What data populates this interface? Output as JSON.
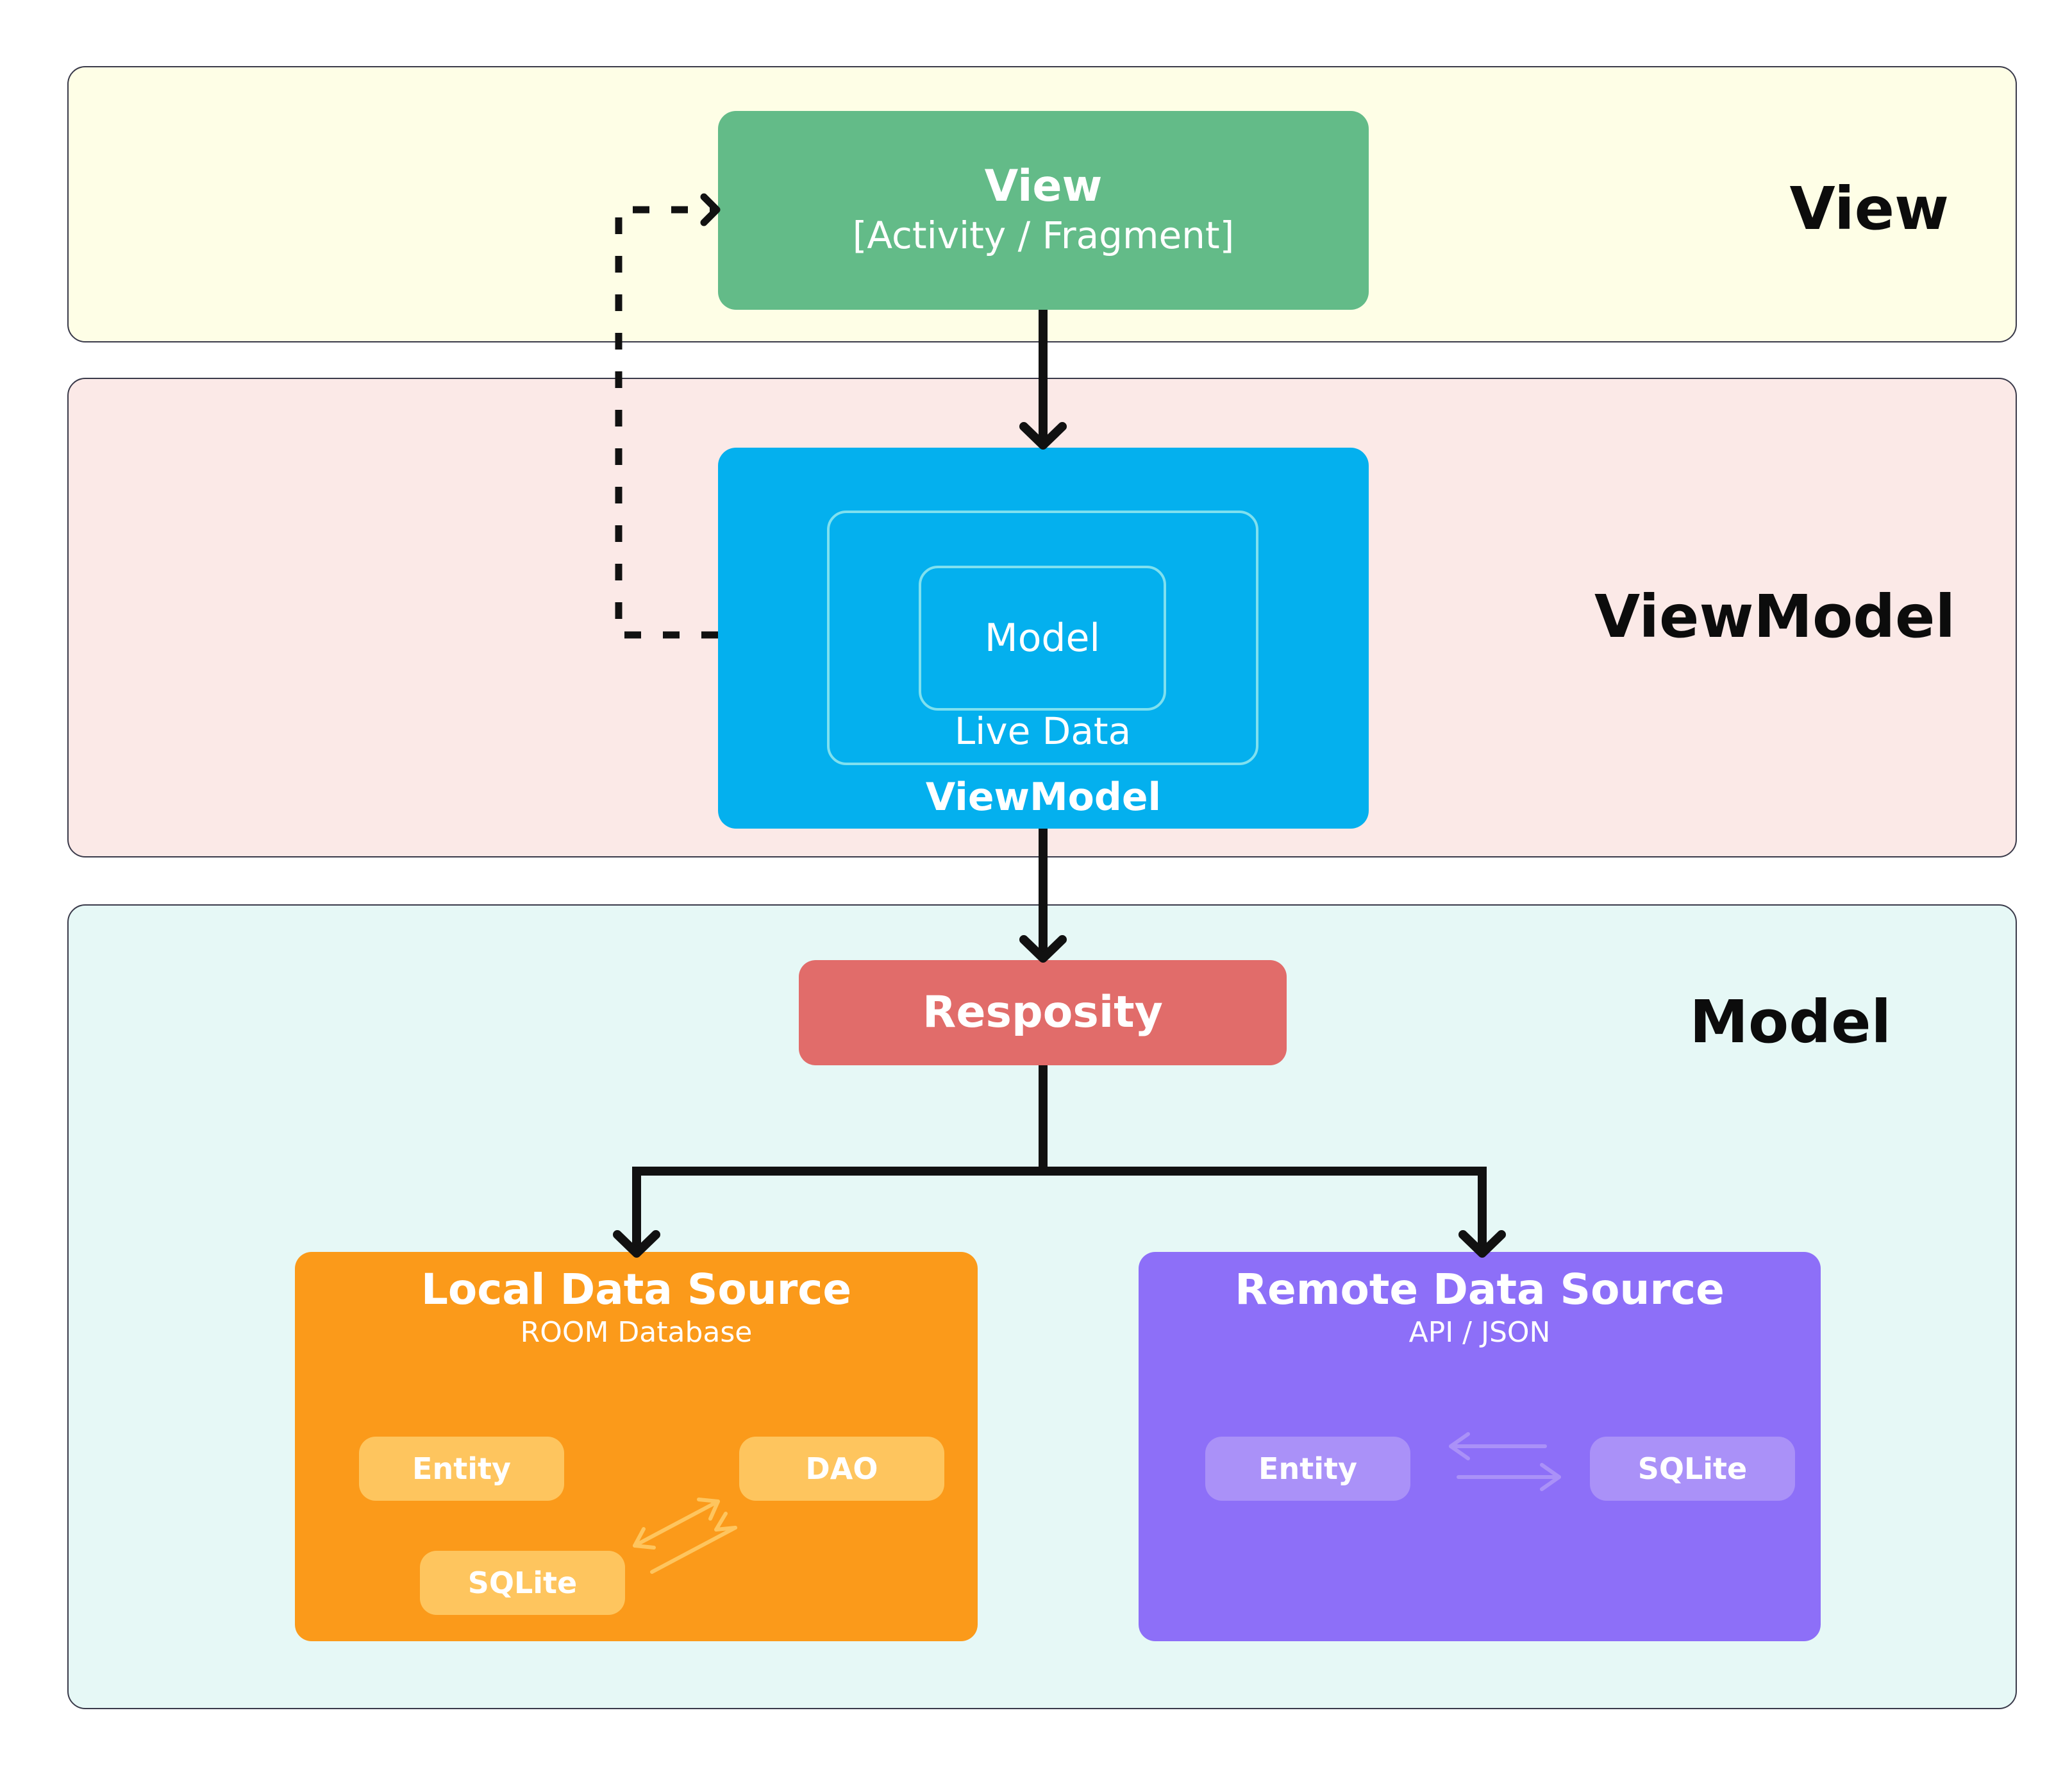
{
  "layers": {
    "view": "View",
    "viewmodel": "ViewModel",
    "model": "Model"
  },
  "view_node": {
    "title": "View",
    "subtitle": "[Activity / Fragment]"
  },
  "viewmodel_node": {
    "inner_model": "Model",
    "live_data": "Live Data",
    "label": "ViewModel"
  },
  "repository": {
    "label": "Resposity"
  },
  "local_source": {
    "title": "Local Data Source",
    "subtitle": "ROOM Database",
    "items": {
      "entity": "Entity",
      "dao": "DAO",
      "sqlite": "SQLite"
    }
  },
  "remote_source": {
    "title": "Remote Data Source",
    "subtitle": "API / JSON",
    "items": {
      "entity": "Entity",
      "sqlite": "SQLite"
    }
  },
  "colors": {
    "view_band": "#fefee6",
    "viewmodel_band": "#fbe9e7",
    "model_band": "#e6f8f6",
    "view_node": "#63bb88",
    "viewmodel_node": "#04b0ee",
    "repository": "#e16c6a",
    "local_source": "#fb9a1a",
    "remote_source": "#8d6ff8",
    "arrow": "#111111"
  }
}
